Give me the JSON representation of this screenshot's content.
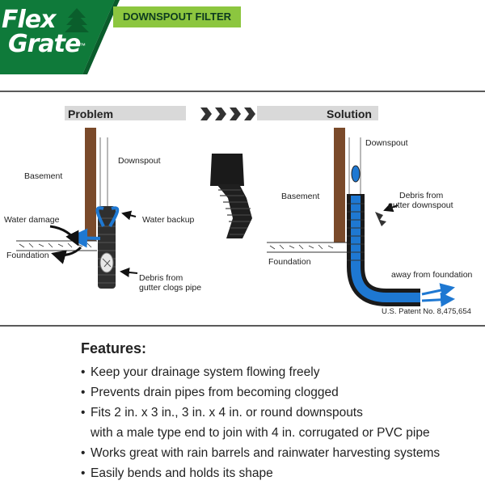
{
  "header": {
    "brand_line1": "Flex",
    "brand_line2": "Grate",
    "trademark": "™",
    "tag": "DOWNSPOUT FILTER",
    "colors": {
      "brand_green": "#0f7a3a",
      "tag_green": "#8cc63f",
      "water_blue": "#1e78d2"
    }
  },
  "diagram": {
    "problem_title": "Problem",
    "solution_title": "Solution",
    "problem": {
      "downspout": "Downspout",
      "basement": "Basement",
      "water_damage": "Water damage",
      "water_backup": "Water backup",
      "foundation": "Foundation",
      "debris_line1": "Debris from",
      "debris_line2": "gutter clogs pipe"
    },
    "solution": {
      "downspout": "Downspout",
      "basement": "Basement",
      "debris_line1": "Debris from",
      "debris_line2": "gutter downspout",
      "foundation": "Foundation",
      "away": "away from foundation",
      "patent": "U.S. Patent No. 8,475,654"
    }
  },
  "features": {
    "title": "Features:",
    "items": [
      {
        "bullet": "•",
        "text": "Keep your drainage system flowing freely"
      },
      {
        "bullet": "•",
        "text": "Prevents drain pipes from becoming clogged"
      },
      {
        "bullet": "•",
        "text": "Fits 2 in. x 3 in., 3 in. x 4 in. or round downspouts"
      },
      {
        "bullet": "",
        "text": "with a male type end to join with 4 in. corrugated or PVC pipe"
      },
      {
        "bullet": "•",
        "text": "Works great with rain barrels and rainwater harvesting systems"
      },
      {
        "bullet": "•",
        "text": "Easily bends and holds its shape"
      }
    ]
  }
}
